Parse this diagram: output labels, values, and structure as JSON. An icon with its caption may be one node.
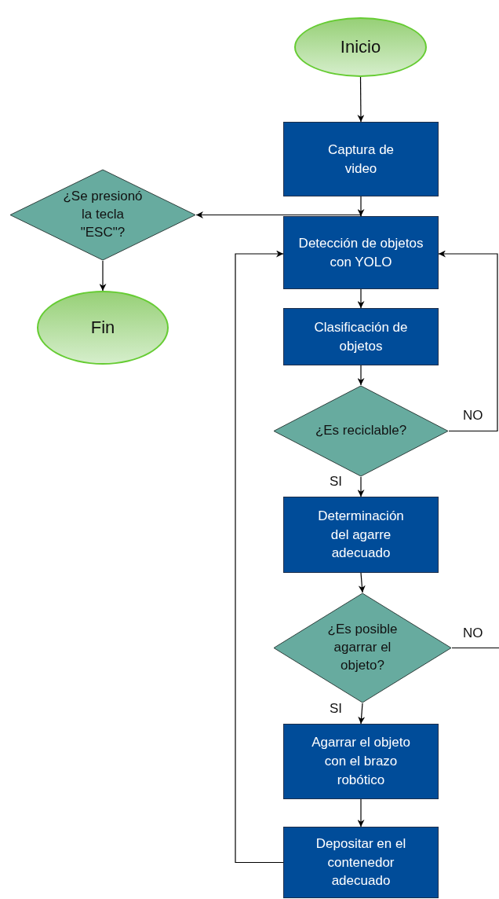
{
  "diagram": {
    "nodes": [
      {
        "text": [
          "Inicio"
        ]
      },
      {
        "text": [
          "Captura de video"
        ]
      },
      {
        "text": [
          "Detección de objetos con YOLO"
        ]
      },
      {
        "text": [
          "¿Se presionó la tecla \"ESC\"?"
        ]
      },
      {
        "text": [
          "Fin"
        ]
      },
      {
        "text": [
          "Clasificación de objetos"
        ]
      },
      {
        "text": [
          "¿Es reciclable?"
        ]
      },
      {
        "text": [
          "Determinación del agarre adecuado"
        ]
      },
      {
        "text": [
          "¿Es posible agarrar el objeto?"
        ]
      },
      {
        "text": [
          "Agarrar el objeto con el brazo robótico"
        ]
      },
      {
        "text": [
          "Depositar en el contenedor adecuado"
        ]
      }
    ],
    "edges": [
      {
        "from": 0,
        "to": 1,
        "arrow": "to"
      },
      {
        "from": 1,
        "to": 2,
        "arrow": "to"
      },
      {
        "from": 2,
        "to": 3,
        "arrow": "to"
      },
      {
        "from": 3,
        "to": 4,
        "arrow": "to"
      },
      {
        "from": 2,
        "to": 5,
        "arrow": "to"
      },
      {
        "from": 5,
        "to": 6,
        "arrow": "to"
      },
      {
        "from": 6,
        "to": 2,
        "arrow": "to",
        "label": "NO"
      },
      {
        "from": 6,
        "to": 7,
        "arrow": "to",
        "label": "SI"
      },
      {
        "from": 7,
        "to": 8,
        "arrow": "to"
      },
      {
        "from": 8,
        "to": null,
        "arrow": "none",
        "label": "NO"
      },
      {
        "from": 8,
        "to": 9,
        "arrow": "to",
        "label": "SI"
      },
      {
        "from": 9,
        "to": 10,
        "arrow": "to"
      },
      {
        "from": 10,
        "to": 2,
        "arrow": "to"
      }
    ]
  }
}
